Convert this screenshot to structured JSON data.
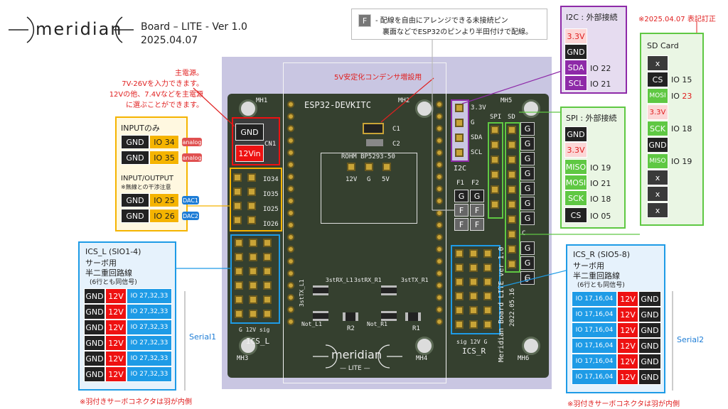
{
  "header": {
    "logo_text": "meridian",
    "board_title": "Board – LITE - Ver 1.0",
    "date": "2025.04.07"
  },
  "main_power_note": [
    "主電源。",
    "7V-26Vを入力できます。",
    "12Vの他、7.4Vなどを主電源",
    "に選ぶことができます。"
  ],
  "capacitor_note": "5V安定化コンデンサ増設用",
  "f_note": [
    "- 配線を自由にアレンジできる未接続ピン",
    "裏面などでESP32のピンより半田付けで配線。"
  ],
  "f_key": "F",
  "correction_note": "※2025.04.07 表記訂正",
  "input_only": {
    "title": "INPUTのみ",
    "rows": [
      {
        "gnd": "GND",
        "io": "IO 34",
        "tag": "analog"
      },
      {
        "gnd": "GND",
        "io": "IO 35",
        "tag": "analog"
      }
    ]
  },
  "input_output": {
    "title": "INPUT/OUTPUT",
    "subtitle": "※無線との干渉注意",
    "rows": [
      {
        "gnd": "GND",
        "io": "IO 25",
        "tag": "DAC1"
      },
      {
        "gnd": "GND",
        "io": "IO 26",
        "tag": "DAC2"
      }
    ]
  },
  "power_block": {
    "gnd": "GND",
    "vin": "12Vin",
    "cn": "CN1"
  },
  "i2c": {
    "title": "I2C : 外部接続",
    "rows": [
      {
        "label": "3.3V",
        "value": ""
      },
      {
        "label": "GND",
        "value": ""
      },
      {
        "label": "SDA",
        "value": "IO 22"
      },
      {
        "label": "SCL",
        "value": "IO 21"
      }
    ]
  },
  "spi": {
    "title": "SPI : 外部接続",
    "rows": [
      {
        "label": "GND",
        "value": ""
      },
      {
        "label": "3.3V",
        "value": ""
      },
      {
        "label": "MISO",
        "value": "IO 19"
      },
      {
        "label": "MOSI",
        "value": "IO 21"
      },
      {
        "label": "SCK",
        "value": "IO 18"
      },
      {
        "label": "CS",
        "value": "IO 05"
      }
    ]
  },
  "sd_card": {
    "title": "SD Card",
    "rows": [
      {
        "label": "x",
        "value": "",
        "value_red": ""
      },
      {
        "label": "CS",
        "value": "IO 15",
        "value_red": ""
      },
      {
        "label": "MOSI",
        "value": "IO ",
        "value_red": "23"
      },
      {
        "label": "3.3V",
        "value": "",
        "value_red": ""
      },
      {
        "label": "SCK",
        "value": "IO 18",
        "value_red": ""
      },
      {
        "label": "GND",
        "value": "",
        "value_red": ""
      },
      {
        "label": "MISO",
        "value": "IO 19",
        "value_red": ""
      },
      {
        "label": "x",
        "value": "",
        "value_red": ""
      },
      {
        "label": "x",
        "value": "",
        "value_red": ""
      },
      {
        "label": "x",
        "value": "",
        "value_red": ""
      }
    ]
  },
  "ics_l": {
    "lines": [
      "ICS_L (SIO1-4)",
      "サーボ用",
      "半二重回路線"
    ],
    "sub": "(6行とも同信号)",
    "row": {
      "gnd": "GND",
      "v": "12V",
      "io": "IO 27,32,33"
    },
    "serial": "Serial1",
    "footnote": "※羽付きサーボコネクタは羽が内側"
  },
  "ics_r": {
    "lines": [
      "ICS_R (SIO5-8)",
      "サーボ用",
      "半二重回路線"
    ],
    "sub": "(6行とも同信号)",
    "row": {
      "gnd": "GND",
      "v": "12V",
      "io": "IO 17,16,04"
    },
    "serial": "Serial2",
    "footnote": "※羽付きサーボコネクタは羽が内側"
  },
  "pcb": {
    "esp": "ESP32-DEVKITC",
    "mh1": "MH1",
    "mh2": "MH2",
    "mh3": "MH3",
    "mh4": "MH4",
    "mh5": "MH5",
    "mh6": "MH6",
    "c1": "C1",
    "c2": "C2",
    "rohm": "ROHM BP5293-50",
    "v12": "12V",
    "g": "G",
    "v5": "5V",
    "io34": "IO34",
    "io35": "IO35",
    "io25": "IO25",
    "io26": "IO26",
    "i2c": "I2C",
    "v33": "3.3V",
    "sda": "SDA",
    "scl": "SCL",
    "spi": "SPI",
    "sd": "SD",
    "f1": "F1",
    "f2": "F2",
    "three_l1": "3stTX_L1",
    "three_rx_l1": "3stRX_L1",
    "three_rx_r1": "3stRX_R1",
    "three_tx_r1": "3stTX_R1",
    "not_l1": "Not_L1",
    "not_r1": "Not_R1",
    "r1": "R1",
    "r2": "R2",
    "ics_l": "ICS_L",
    "ics_r": "ICS_R",
    "ics_sig": "G  12V  sig",
    "ics_r_sig": "sig  12V  G",
    "vertical": "Meridian Board LITE ver 1.0",
    "vdate": "2022.05.16",
    "logo": "meridian",
    "lite": "— LITE —",
    "c_label": "C"
  },
  "colors": {
    "pcb": "#35402f",
    "gold": "#c9a437",
    "yellow": "#f5b400",
    "red": "#ee1111",
    "blue": "#1e9be6",
    "green": "#5fc843",
    "purple": "#8e2aa8",
    "lav": "#c9c6e2"
  }
}
